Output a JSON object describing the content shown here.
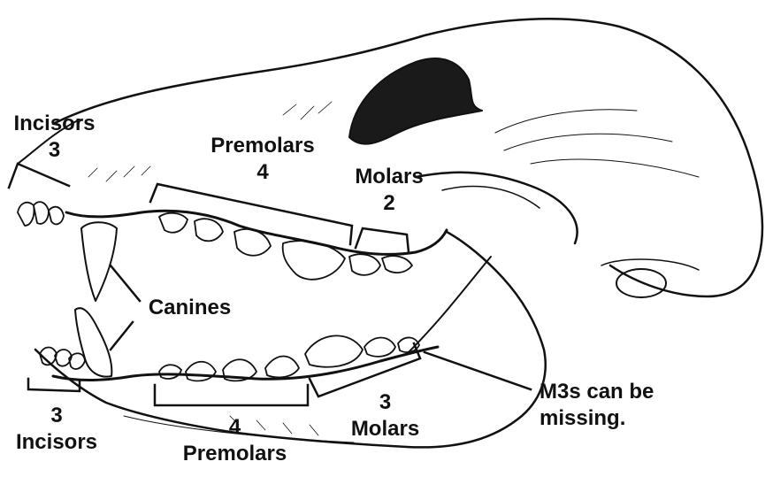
{
  "labels": {
    "upper_incisors_name": "Incisors",
    "upper_incisors_count": "3",
    "upper_premolars_name": "Premolars",
    "upper_premolars_count": "4",
    "upper_molars_name": "Molars",
    "upper_molars_count": "2",
    "canines": "Canines",
    "lower_incisors_count": "3",
    "lower_incisors_name": "Incisors",
    "lower_premolars_count": "4",
    "lower_premolars_name": "Premolars",
    "lower_molars_count": "3",
    "lower_molars_name": "Molars",
    "m3_note_line1": "M3s can be",
    "m3_note_line2": "missing."
  },
  "colors": {
    "ink": "#111111",
    "shadow": "#1a1a1a",
    "background": "#ffffff"
  }
}
